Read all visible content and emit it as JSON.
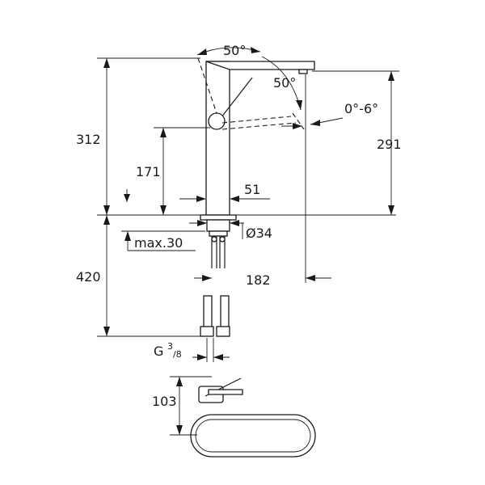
{
  "diagram": {
    "dimensions": {
      "total_height": "312",
      "lever_height": "171",
      "spout_height": "291",
      "below_deck": "420",
      "body_width": "51",
      "base_diameter": "Ø34",
      "max_deck": "max.30",
      "reach": "182",
      "angle_top": "50°",
      "angle_side": "50°",
      "angle_tilt": "0°-6°",
      "hose_thread_main": "G",
      "hose_thread_num": "3",
      "hose_thread_den": "/8",
      "top_view_height": "103"
    }
  }
}
